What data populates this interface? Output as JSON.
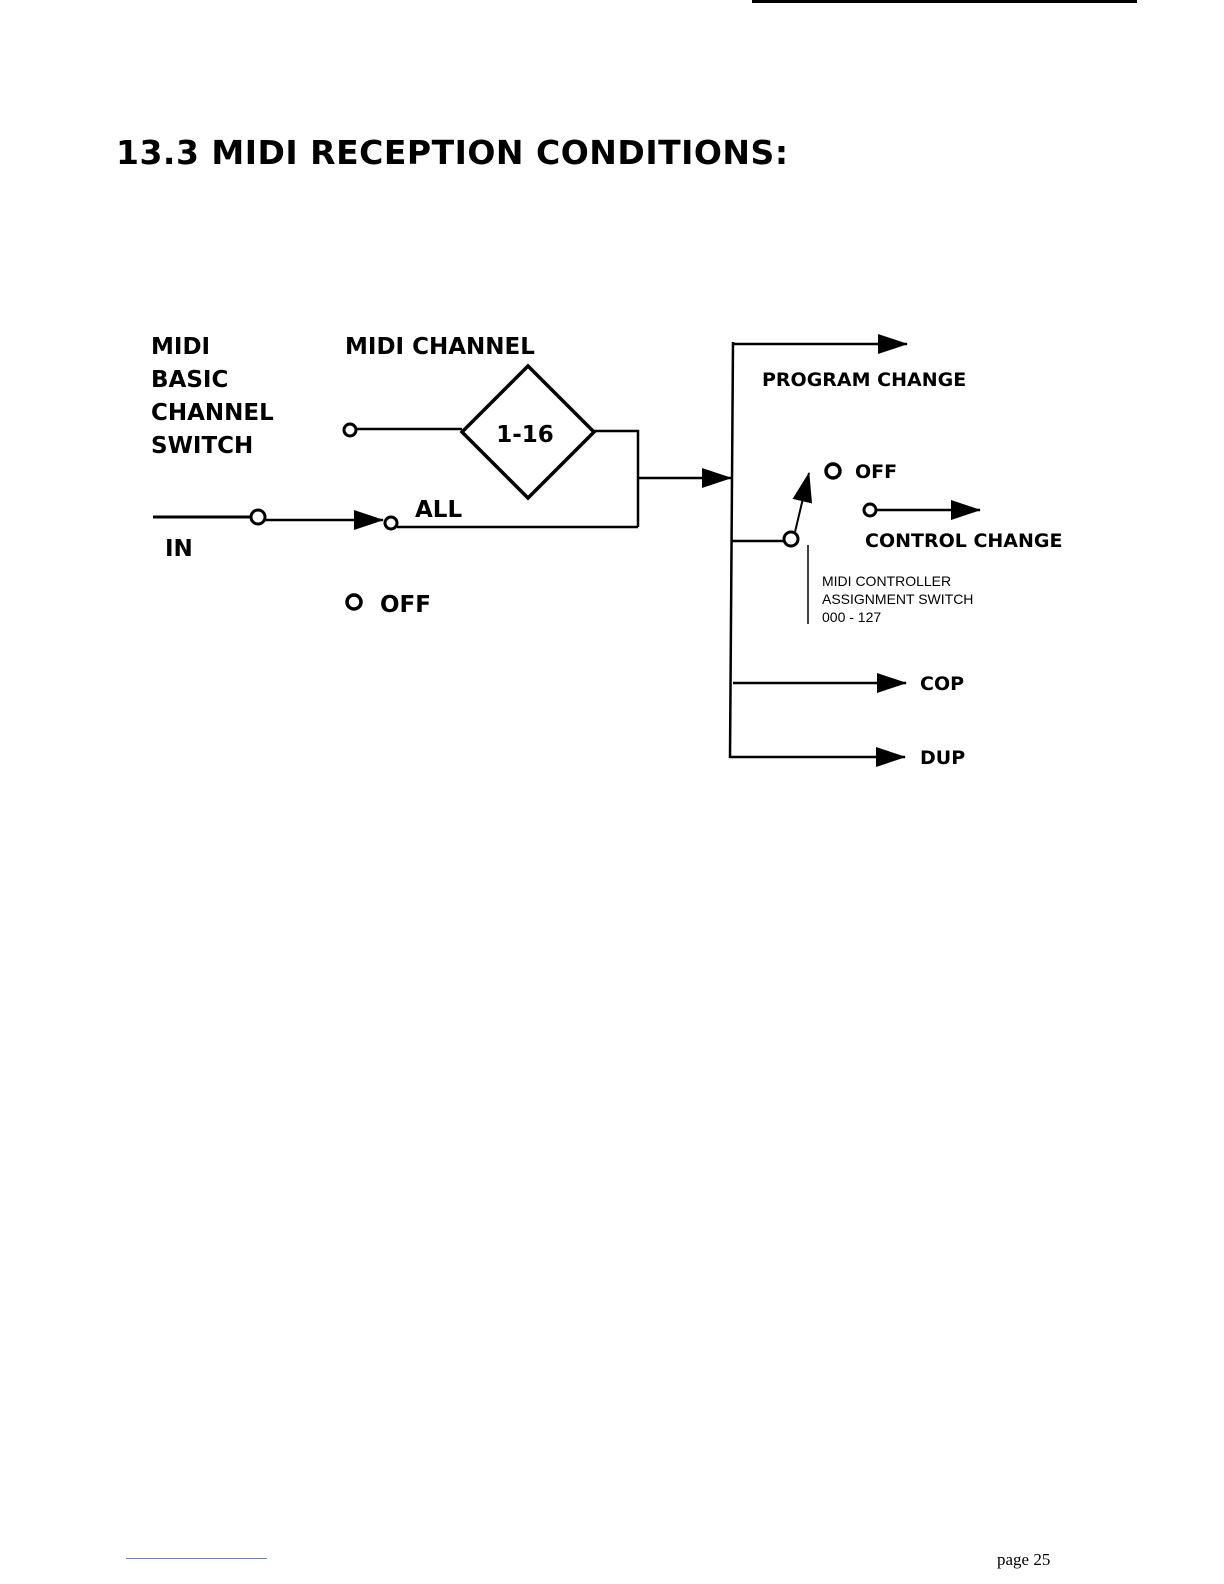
{
  "page_title": "13.3 MIDI RECEPTION CONDITIONS:",
  "page_number": "page 25",
  "diagram": {
    "basic_channel_switch": [
      "MIDI",
      "BASIC",
      "CHANNEL",
      "SWITCH"
    ],
    "input_label": "IN",
    "midi_channel_label": "MIDI CHANNEL",
    "channel_range": "1-16",
    "all_label": "ALL",
    "off_label": "OFF",
    "program_change": "PROGRAM CHANGE",
    "controller_off": "OFF",
    "control_change": "CONTROL CHANGE",
    "controller_switch": [
      "MIDI CONTROLLER",
      "ASSIGNMENT SWITCH",
      "000 - 127"
    ],
    "cop": "COP",
    "dup": "DUP"
  }
}
